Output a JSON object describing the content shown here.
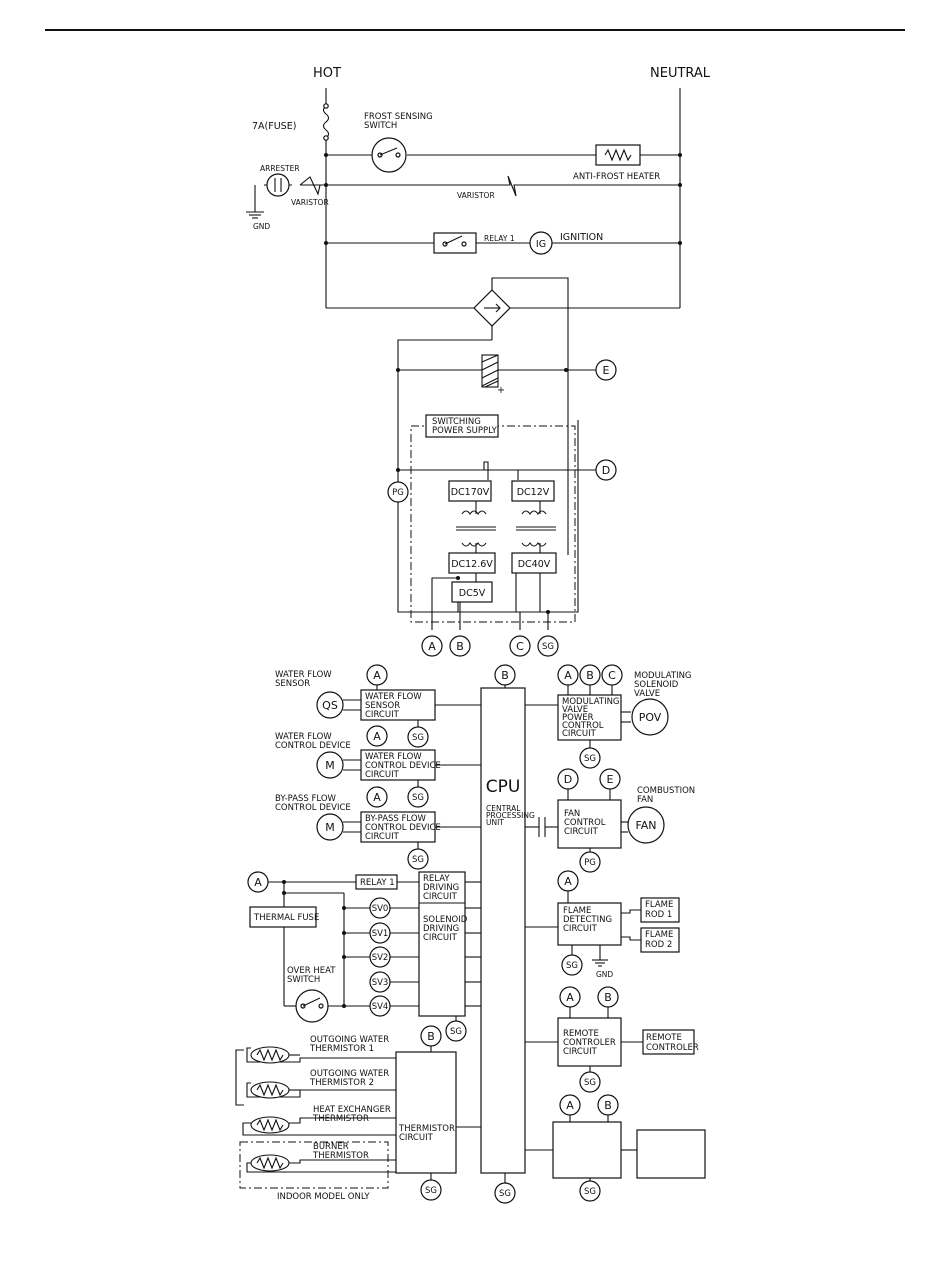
{
  "lines": {
    "hot": "HOT",
    "neutral": "NEUTRAL"
  },
  "power_section": {
    "fuse": "7A(FUSE)",
    "frost_switch": [
      "FROST SENSING",
      "SWITCH"
    ],
    "arrester": "ARRESTER",
    "varistor_left": "VARISTOR",
    "varistor_mid": "VARISTOR",
    "gnd_left": "GND",
    "anti_frost_heater": "ANTI-FROST HEATER",
    "relay1": "RELAY 1",
    "ig": "IG",
    "ignition": "IGNITION"
  },
  "supply": {
    "switching_power_supply": [
      "SWITCHING",
      "POWER SUPPLY"
    ],
    "plus": "+",
    "dc170v": "DC170V",
    "dc12v": "DC12V",
    "dc12_6v": "DC12.6V",
    "dc40v": "DC40V",
    "dc5v": "DC5V"
  },
  "terminals": {
    "a": "A",
    "b": "B",
    "c": "C",
    "d": "D",
    "e": "E",
    "sg": "SG",
    "pg": "PG"
  },
  "cpu": {
    "label": "CPU",
    "full_name": [
      "CENTRAL",
      "PROCESSING",
      "UNIT"
    ]
  },
  "left_blocks": {
    "water_flow_sensor": [
      "WATER FLOW",
      "SENSOR"
    ],
    "qs": "QS",
    "water_flow_sensor_circuit": [
      "WATER FLOW",
      "SENSOR",
      "CIRCUIT"
    ],
    "water_flow_control_device": [
      "WATER FLOW",
      "CONTROL DEVICE"
    ],
    "m1": "M",
    "water_flow_control_circuit": [
      "WATER FLOW",
      "CONTROL DEVICE",
      "CIRCUIT"
    ],
    "bypass_flow_control_device": [
      "BY-PASS FLOW",
      "CONTROL DEVICE"
    ],
    "m2": "M",
    "bypass_flow_control_circuit": [
      "BY-PASS FLOW",
      "CONTROL DEVICE",
      "CIRCUIT"
    ],
    "relay1": "RELAY 1",
    "relay_driving_circuit": [
      "RELAY",
      "DRIVING",
      "CIRCUIT"
    ],
    "thermal_fuse": "THERMAL FUSE",
    "solenoid_driving_circuit": [
      "SOLENOID",
      "DRIVING",
      "CIRCUIT"
    ],
    "sv0": "SV0",
    "sv1": "SV1",
    "sv2": "SV2",
    "sv3": "SV3",
    "sv4": "SV4",
    "over_heat_switch": [
      "OVER HEAT",
      "SWITCH"
    ],
    "outgoing_thermistor_1": [
      "OUTGOING WATER",
      "THERMISTOR 1"
    ],
    "outgoing_thermistor_2": [
      "OUTGOING WATER",
      "THERMISTOR 2"
    ],
    "heat_exchanger_thermistor": [
      "HEAT EXCHANGER",
      "THERMISTOR"
    ],
    "burner_thermistor": [
      "BURNER",
      "THERMISTOR"
    ],
    "thermistor_circuit": [
      "THERMISTOR",
      "CIRCUIT"
    ],
    "indoor_model_only": "INDOOR MODEL ONLY"
  },
  "right_blocks": {
    "modulating_solenoid_valve": [
      "MODULATING",
      "SOLENOID",
      "VALVE"
    ],
    "modulating_valve_circuit": [
      "MODULATING",
      "VALVE",
      "POWER",
      "CONTROL",
      "CIRCUIT"
    ],
    "pov": "POV",
    "combustion_fan": [
      "COMBUSTION",
      "FAN"
    ],
    "fan_control_circuit": [
      "FAN",
      "CONTROL",
      "CIRCUIT"
    ],
    "fan": "FAN",
    "flame_detecting_circuit": [
      "FLAME",
      "DETECTING",
      "CIRCUIT"
    ],
    "flame_rod_1": [
      "FLAME",
      "ROD 1"
    ],
    "flame_rod_2": [
      "FLAME",
      "ROD 2"
    ],
    "gnd": "GND",
    "remote_controller_circuit": [
      "REMOTE",
      "CONTROLER",
      "CIRCUIT"
    ],
    "remote_controller": [
      "REMOTE",
      "CONTROLER"
    ]
  }
}
